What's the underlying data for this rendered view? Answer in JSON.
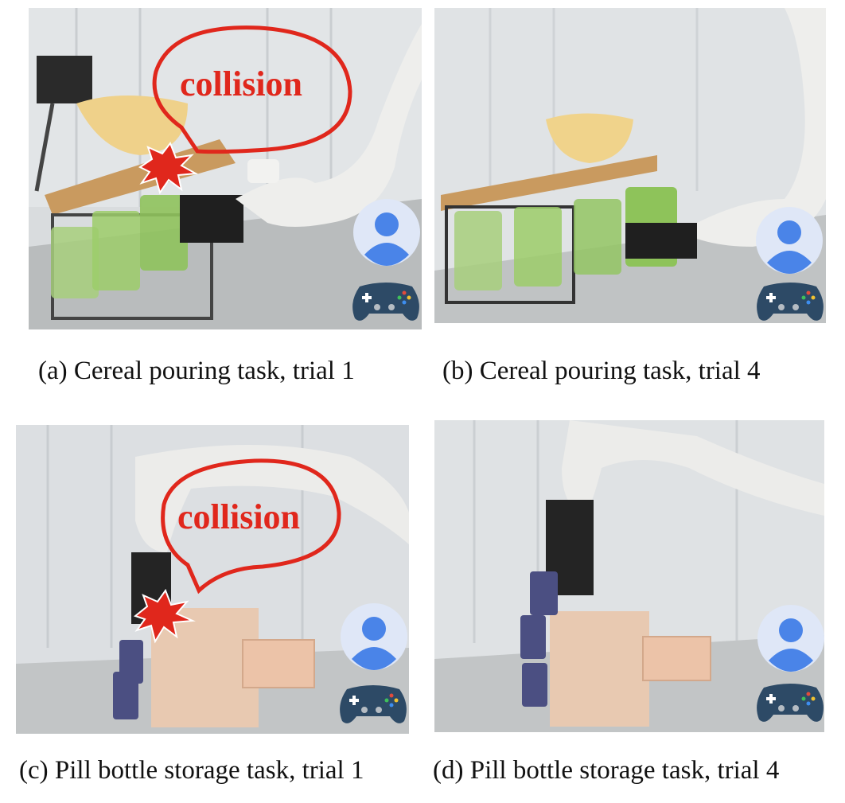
{
  "panels": [
    {
      "id": "a",
      "caption": "(a) Cereal pouring task, trial 1",
      "collision_label": "collision"
    },
    {
      "id": "b",
      "caption": "(b) Cereal pouring task, trial 4"
    },
    {
      "id": "c",
      "caption": "(c) Pill bottle storage task, trial 1",
      "collision_label": "collision"
    },
    {
      "id": "d",
      "caption": "(d) Pill bottle storage task, trial 4"
    }
  ],
  "icons": {
    "avatar": "user-avatar-icon",
    "controller": "gamepad-icon",
    "impact": "collision-burst-icon"
  },
  "colors": {
    "collision": "#e0271c",
    "avatar_bg": "#dfe7f7",
    "avatar_fg": "#4a84e8",
    "gamepad": "#2d4a66"
  }
}
